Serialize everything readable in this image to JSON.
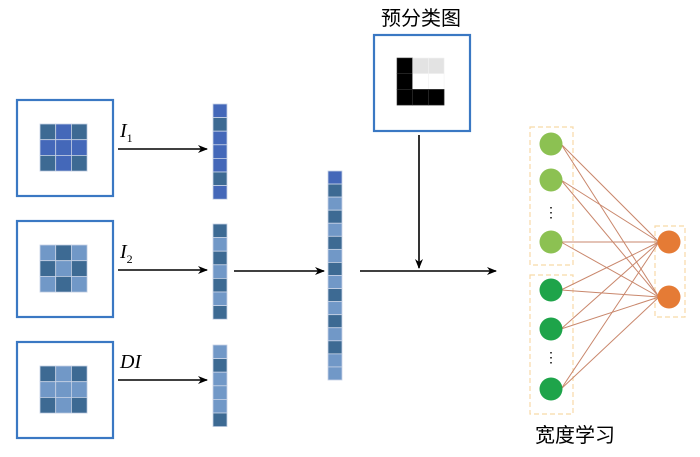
{
  "colors": {
    "frame_blue": "#3a78c3",
    "dark_cell": "#3d6a93",
    "mid_cell": "#4468b9",
    "light_cell": "#7198c7",
    "cell_border": "#c8d3e6",
    "pre_black": "#000000",
    "pre_gray": "#e3e3e3",
    "pre_white": "#ffffff",
    "arrow": "#000000",
    "node_light_green": "#8cc152",
    "node_dark_green": "#1ea44a",
    "node_orange": "#e57b35",
    "edge": "#c9876c",
    "dashed_box": "#f8d9a8"
  },
  "inputs": [
    {
      "id": "i1",
      "label": "I",
      "subscript": "1",
      "grid": [
        [
          "dark",
          "mid",
          "dark"
        ],
        [
          "mid",
          "mid",
          "mid"
        ],
        [
          "dark",
          "mid",
          "dark"
        ]
      ],
      "vector": [
        "mid",
        "dark",
        "mid",
        "mid",
        "mid",
        "dark",
        "mid"
      ]
    },
    {
      "id": "i2",
      "label": "I",
      "subscript": "2",
      "grid": [
        [
          "light",
          "dark",
          "light"
        ],
        [
          "dark",
          "light",
          "dark"
        ],
        [
          "light",
          "dark",
          "light"
        ]
      ],
      "vector": [
        "dark",
        "light",
        "dark",
        "light",
        "dark",
        "light",
        "dark"
      ]
    },
    {
      "id": "di",
      "label": "DI",
      "subscript": "",
      "grid": [
        [
          "dark",
          "light",
          "dark"
        ],
        [
          "light",
          "light",
          "light"
        ],
        [
          "dark",
          "light",
          "dark"
        ]
      ],
      "vector": [
        "light",
        "dark",
        "light",
        "light",
        "light",
        "dark"
      ]
    }
  ],
  "concat_vector": [
    "mid",
    "dark",
    "light",
    "dark",
    "light",
    "dark",
    "light",
    "dark",
    "light",
    "dark",
    "light",
    "dark",
    "light",
    "dark",
    "light",
    "light"
  ],
  "preclass": {
    "title": "预分类图",
    "grid": [
      [
        "black",
        "gray",
        "gray"
      ],
      [
        "black",
        "white",
        "white"
      ],
      [
        "black",
        "black",
        "black"
      ]
    ]
  },
  "broad_learning": {
    "title": "宽度学习",
    "group1": {
      "nodes": 3,
      "ellipsis": "⋮"
    },
    "group2": {
      "nodes": 3,
      "ellipsis": "⋮"
    },
    "outputs": 2
  }
}
